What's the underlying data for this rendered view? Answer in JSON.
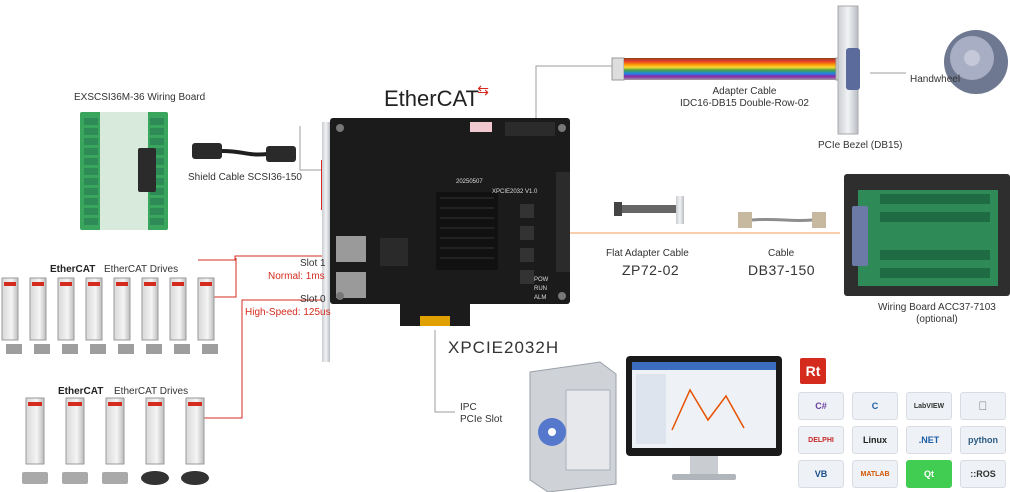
{
  "diagram": {
    "ethercat_brand": "EtherCAT",
    "product_name": "XPCIE2032H",
    "board_chip_label": "XPCIE2032 V1.0",
    "board_part_label": "20250507",
    "led_labels": [
      "POW",
      "RUN",
      "ALM"
    ],
    "wiring_board_left": "EXSCSI36M-36 Wiring Board",
    "shield_cable": "Shield Cable SCSI36-150",
    "drives_1_label": "EtherCAT Drives",
    "drives_2_label": "EtherCAT Drives",
    "slot1_name": "Slot 1",
    "slot1_mode": "Normal: 1ms",
    "slot0_name": "Slot 0",
    "slot0_mode": "High-Speed: 125us",
    "adapter_cable_line1": "Adapter Cable",
    "adapter_cable_line2": "IDC16-DB15 Double-Row-02",
    "handwheel": "Handwheel",
    "pcie_bezel": "PCIe Bezel (DB15)",
    "flat_cable_label": "Flat Adapter Cable",
    "flat_cable_model": "ZP72-02",
    "cable_label": "Cable",
    "cable_model": "DB37-150",
    "wiring_board_right_line1": "Wiring Board ACC37-7103",
    "wiring_board_right_line2": "(optional)",
    "ipc_line1": "IPC",
    "ipc_line2": "PCIe Slot",
    "software_logos": [
      "C#",
      "C",
      "LabVIEW",
      "",
      "DELPHI",
      "Linux",
      ".NET",
      "python",
      "VB",
      "MATLAB",
      "Qt",
      "::ROS"
    ],
    "rt_logo": "Rt"
  },
  "colors": {
    "accent_red": "#d52b1e",
    "pcb_black": "#1b1b1b",
    "terminal_green": "#2e8b57",
    "wire_gray": "#8a8a8a"
  }
}
